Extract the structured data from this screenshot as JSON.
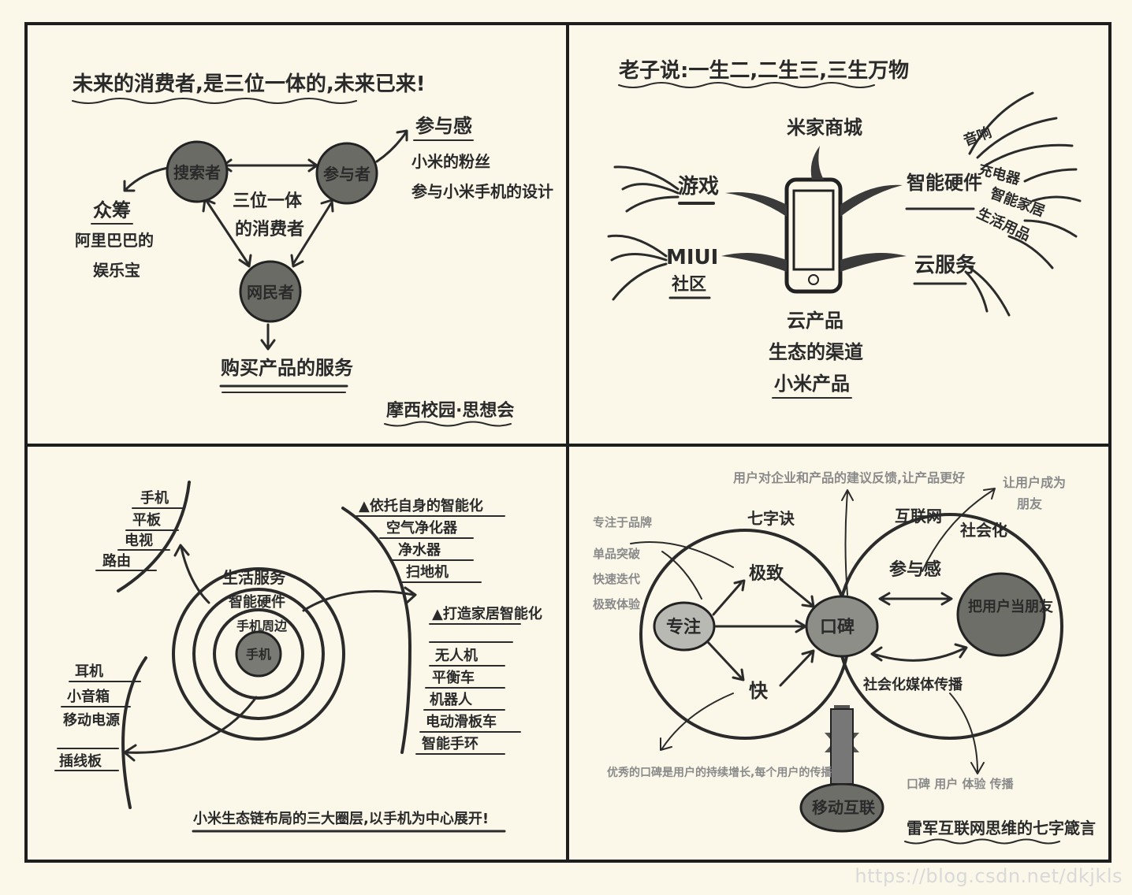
{
  "panels": {
    "top_left": {
      "title": "未来的消费者,是三位一体的,未来已来!",
      "node_search": "搜索者",
      "node_participant": "参与者",
      "node_netizen": "网民者",
      "center_label_1": "三位一体",
      "center_label_2": "的消费者",
      "participant_title": "参与感",
      "participant_line_1": "小米的粉丝",
      "participant_line_2": "参与小米手机的设计",
      "left_title": "众筹",
      "left_line_1": "阿里巴巴的",
      "left_line_2": "娱乐宝",
      "bottom_label": "购买产品的服务",
      "signature": "摩西校园·思想会"
    },
    "top_right": {
      "title": "老子说:一生二,二生三,三生万物",
      "top_label": "米家商城",
      "left_label_1": "游戏",
      "left_label_2": "MIUI",
      "left_label_3": "社区",
      "right_label_1": "智能硬件",
      "right_label_2": "云服务",
      "branch_1": "音响",
      "branch_2": "充电器",
      "branch_3": "智能家居",
      "branch_4": "生活用品",
      "bottom_line_1": "云产品",
      "bottom_line_2": "生态的渠道",
      "bottom_line_3": "小米产品"
    },
    "bottom_left": {
      "ring_1": "生活服务",
      "ring_2": "智能硬件",
      "ring_3": "手机周边",
      "ring_4": "手机",
      "top_left_items": [
        "手机",
        "平板",
        "电视",
        "路由"
      ],
      "top_right_title": "▲依托自身的智能化",
      "top_right_items": [
        "空气净化器",
        "净水器",
        "扫地机"
      ],
      "mid_right_title": "▲打造家居智能化",
      "mid_right_items": [
        "无人机",
        "平衡车",
        "机器人",
        "电动滑板车",
        "智能手环"
      ],
      "bottom_left_items": [
        "耳机",
        "小音箱",
        "移动电源",
        "插线板"
      ],
      "bottom_caption": "小米生态链布局的三大圈层,以手机为中心展开!"
    },
    "bottom_right": {
      "top_note": "用户对企业和产品的建议反馈,让产品更好",
      "left_note": [
        "专注于品牌",
        "单品突破",
        "快速迭代",
        "极致体验"
      ],
      "top_right_note": [
        "让用户成为",
        "朋友"
      ],
      "label_focus": "专注",
      "label_extreme": "极致",
      "label_fast": "快",
      "label_word_of_mouth": "口碑",
      "label_qijue": "七字诀",
      "label_internet": "互联网",
      "label_social": "社会化",
      "label_participation": "参与感",
      "label_user_friend": "把用户当朋友",
      "label_media": "社会化媒体传播",
      "bottom_left_note": "优秀的口碑是用户的持续增长,每个用户的传播",
      "bottom_right_note": "口碑 用户 体验 传播",
      "bottom_node": "移动互联",
      "bottom_caption": "雷军互联网思维的七字箴言"
    }
  },
  "watermark": "https://blog.csdn.net/dkjkls"
}
